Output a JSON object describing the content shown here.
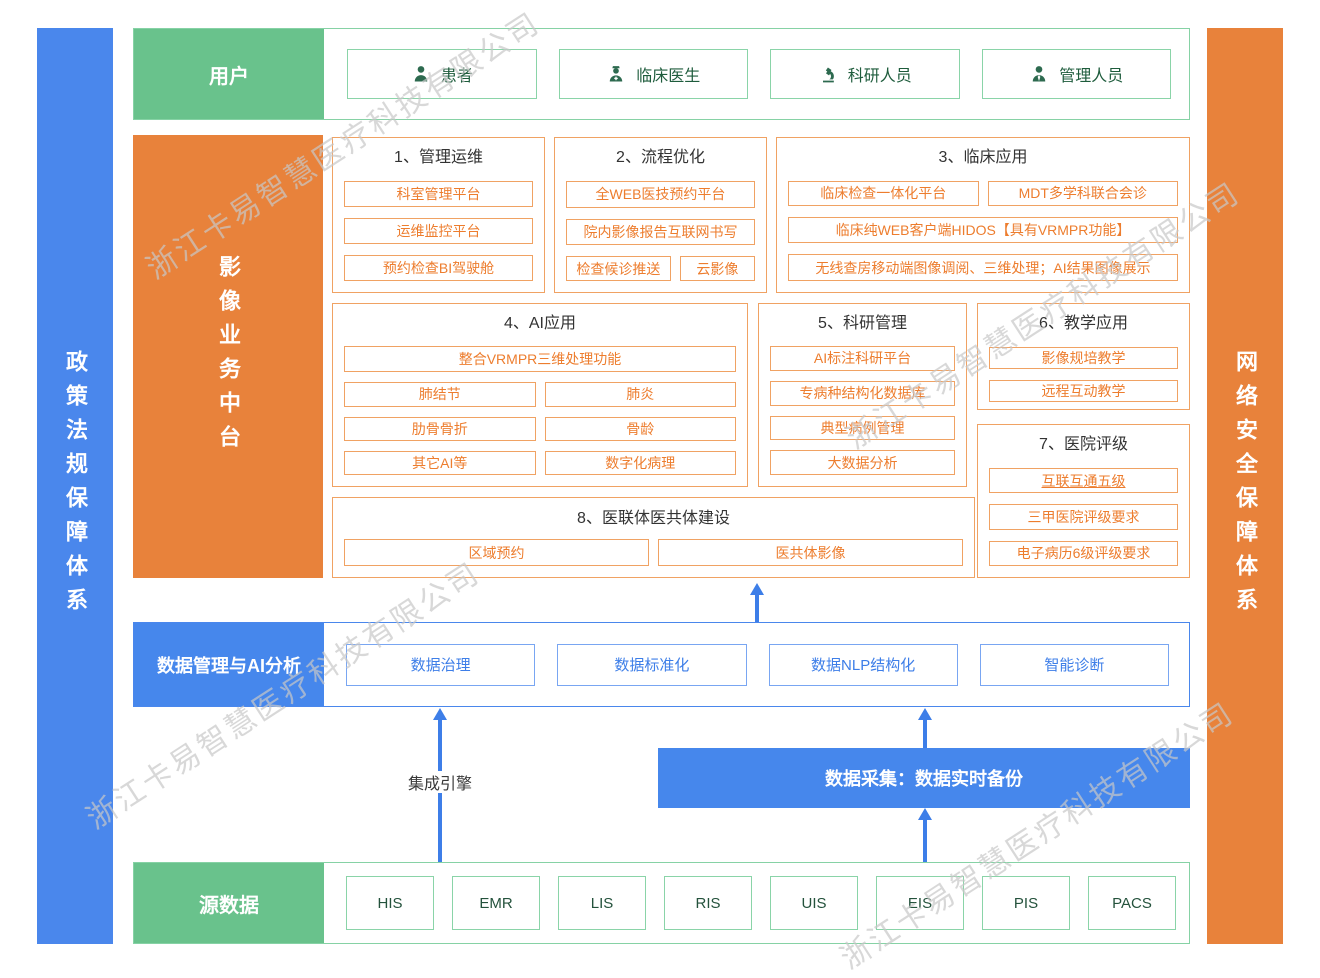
{
  "watermark": "浙江卡易智慧医疗科技有限公司",
  "colors": {
    "green": "#69c28c",
    "orange": "#e8823b",
    "blue": "#4687ec",
    "item_orange_text": "#ed7d2e",
    "watermark_gray": "#c8c8c8"
  },
  "left_bar": {
    "label": "政策法规保障体系"
  },
  "right_bar": {
    "label": "网络安全保障体系"
  },
  "user_row": {
    "label": "用户",
    "items": [
      {
        "label": "患者",
        "icon": "patient-icon"
      },
      {
        "label": "临床医生",
        "icon": "doctor-icon"
      },
      {
        "label": "科研人员",
        "icon": "microscope-icon"
      },
      {
        "label": "管理人员",
        "icon": "admin-icon"
      }
    ]
  },
  "middle": {
    "label": "影像业务中台",
    "groups": [
      {
        "title": "1、管理运维",
        "items": [
          "科室管理平台",
          "运维监控平台",
          "预约检查BI驾驶舱"
        ]
      },
      {
        "title": "2、流程优化",
        "items": [
          "全WEB医技预约平台",
          "院内影像报告互联网书写",
          "检查候诊推送",
          "云影像"
        ]
      },
      {
        "title": "3、临床应用",
        "items": [
          "临床检查一体化平台",
          "MDT多学科联合会诊",
          "临床纯WEB客户端HIDOS【具有VRMPR功能】",
          "无线查房移动端图像调阅、三维处理；AI结果图像展示"
        ]
      },
      {
        "title": "4、AI应用",
        "items": [
          "整合VRMPR三维处理功能",
          "肺结节",
          "肺炎",
          "肋骨骨折",
          "骨龄",
          "其它AI等",
          "数字化病理"
        ]
      },
      {
        "title": "5、科研管理",
        "items": [
          "AI标注科研平台",
          "专病种结构化数据库",
          "典型病例管理",
          "大数据分析"
        ]
      },
      {
        "title": "6、教学应用",
        "items": [
          "影像规培教学",
          "远程互动教学"
        ]
      },
      {
        "title": "7、医院评级",
        "items": [
          "互联互通五级",
          "三甲医院评级要求",
          "电子病历6级评级要求"
        ]
      },
      {
        "title": "8、医联体医共体建设",
        "items": [
          "区域预约",
          "医共体影像"
        ]
      }
    ]
  },
  "data_mgmt_row": {
    "label": "数据管理与AI分析",
    "items": [
      "数据治理",
      "数据标准化",
      "数据NLP结构化",
      "智能诊断"
    ]
  },
  "integration": {
    "label": "集成引擎"
  },
  "collection_bar": {
    "label": "数据采集：数据实时备份"
  },
  "source_row": {
    "label": "源数据",
    "items": [
      "HIS",
      "EMR",
      "LIS",
      "RIS",
      "UIS",
      "EIS",
      "PIS",
      "PACS"
    ]
  }
}
